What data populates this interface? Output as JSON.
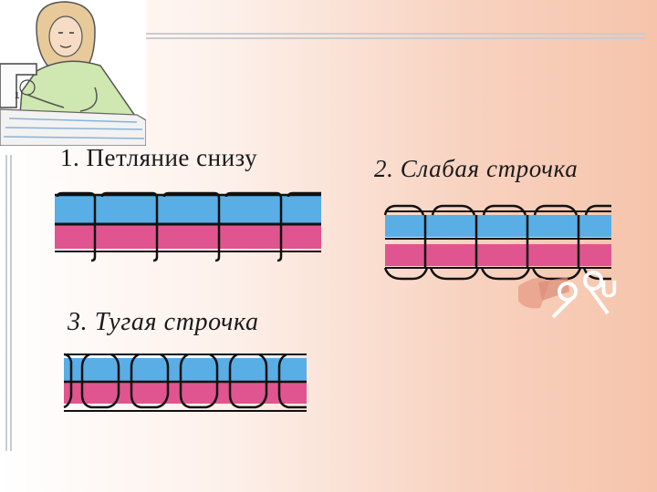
{
  "slide": {
    "captions": {
      "bottom_loop": "1. Петляние снизу",
      "weak_stitch": "2. Слабая строчка",
      "tight_stitch": "3. Тугая строчка"
    },
    "illustrations": {
      "corner": "woman-at-sewing-machine",
      "watermark": "scissors-logo"
    },
    "colors": {
      "upper_fabric": "#5aaee6",
      "lower_fabric": "#e05590",
      "thread": "#111111",
      "background_start": "#ffffff",
      "background_end": "#f6c4ab"
    }
  }
}
